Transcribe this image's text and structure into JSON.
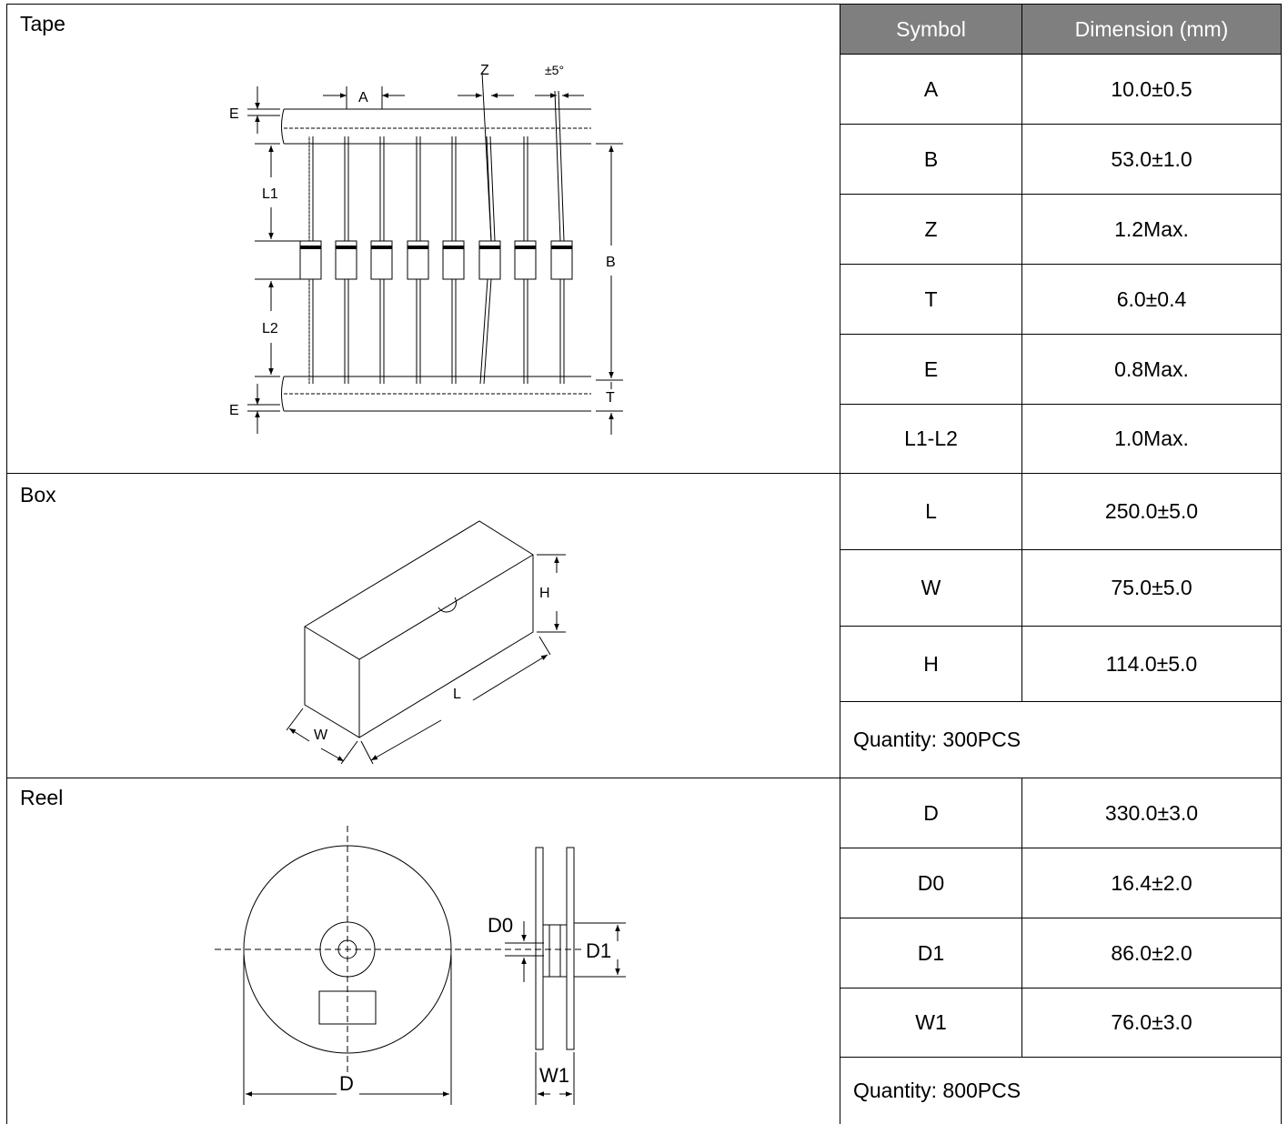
{
  "sections": {
    "tape": {
      "label": "Tape"
    },
    "box": {
      "label": "Box"
    },
    "reel": {
      "label": "Reel"
    }
  },
  "table_header": {
    "symbol": "Symbol",
    "dimension": "Dimension (mm)"
  },
  "tape_rows": [
    {
      "symbol": "A",
      "value": "10.0±0.5"
    },
    {
      "symbol": "B",
      "value": "53.0±1.0"
    },
    {
      "symbol": "Z",
      "value": "1.2Max."
    },
    {
      "symbol": "T",
      "value": "6.0±0.4"
    },
    {
      "symbol": "E",
      "value": "0.8Max."
    },
    {
      "symbol": "L1-L2",
      "value": "1.0Max."
    }
  ],
  "box_rows": [
    {
      "symbol": "L",
      "value": "250.0±5.0"
    },
    {
      "symbol": "W",
      "value": "75.0±5.0"
    },
    {
      "symbol": "H",
      "value": "114.0±5.0"
    }
  ],
  "box_quantity": "Quantity: 300PCS",
  "reel_rows": [
    {
      "symbol": "D",
      "value": "330.0±3.0"
    },
    {
      "symbol": "D0",
      "value": "16.4±2.0"
    },
    {
      "symbol": "D1",
      "value": "86.0±2.0"
    },
    {
      "symbol": "W1",
      "value": "76.0±3.0"
    }
  ],
  "reel_quantity": "Quantity: 800PCS",
  "diagram_labels": {
    "tape": {
      "e_top": "E",
      "a": "A",
      "z": "Z",
      "angle": "±5°",
      "l1": "L1",
      "l2": "L2",
      "b": "B",
      "t": "T",
      "e_bottom": "E"
    },
    "box": {
      "h": "H",
      "l": "L",
      "w": "W"
    },
    "reel": {
      "d0": "D0",
      "d1": "D1",
      "d": "D",
      "w1": "W1"
    }
  }
}
